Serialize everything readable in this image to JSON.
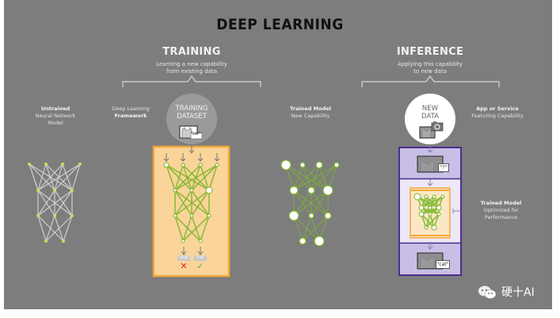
{
  "title": "DEEP LEARNING",
  "training": {
    "heading": "TRAINING",
    "subtitle_line1": "Learning a new capability",
    "subtitle_line2": "from existing data",
    "untrained_label": [
      "Untrained",
      "Neural Network",
      "Model"
    ],
    "framework_label": [
      "Deep Learning",
      "Framework"
    ],
    "dataset_label": [
      "TRAINING",
      "DATASET"
    ],
    "dataset_tag": "\"cat\"",
    "outputs": [
      {
        "tag": "\"dog\"",
        "result": "✕",
        "correct": false
      },
      {
        "tag": "\"cat\"",
        "result": "✓",
        "correct": true
      }
    ]
  },
  "trained_model": {
    "label_line1": "Trained Model",
    "label_line2": "New Capability"
  },
  "inference": {
    "heading": "INFERENCE",
    "subtitle_line1": "Applying this capability",
    "subtitle_line2": "to new data",
    "new_data_label": [
      "NEW",
      "DATA"
    ],
    "app_label": [
      "App or Service",
      "Featuring Capability"
    ],
    "input_tag": "\"?\"",
    "output_tag": "\"cat\"",
    "optimized_label": [
      "Trained Model",
      "Optimized for",
      "Performance"
    ]
  },
  "watermark": {
    "icon": "wechat-icon",
    "text": "硬十AI"
  },
  "colors": {
    "background": "#7d7d7d",
    "green": "#7bb62a",
    "orange_fill": "#fbd49a",
    "orange_border": "#f2a93b",
    "purple_border": "#4b2c8c",
    "purple_fill": "#c9bfe6",
    "wrong": "#e02020",
    "right": "#6ab023"
  }
}
